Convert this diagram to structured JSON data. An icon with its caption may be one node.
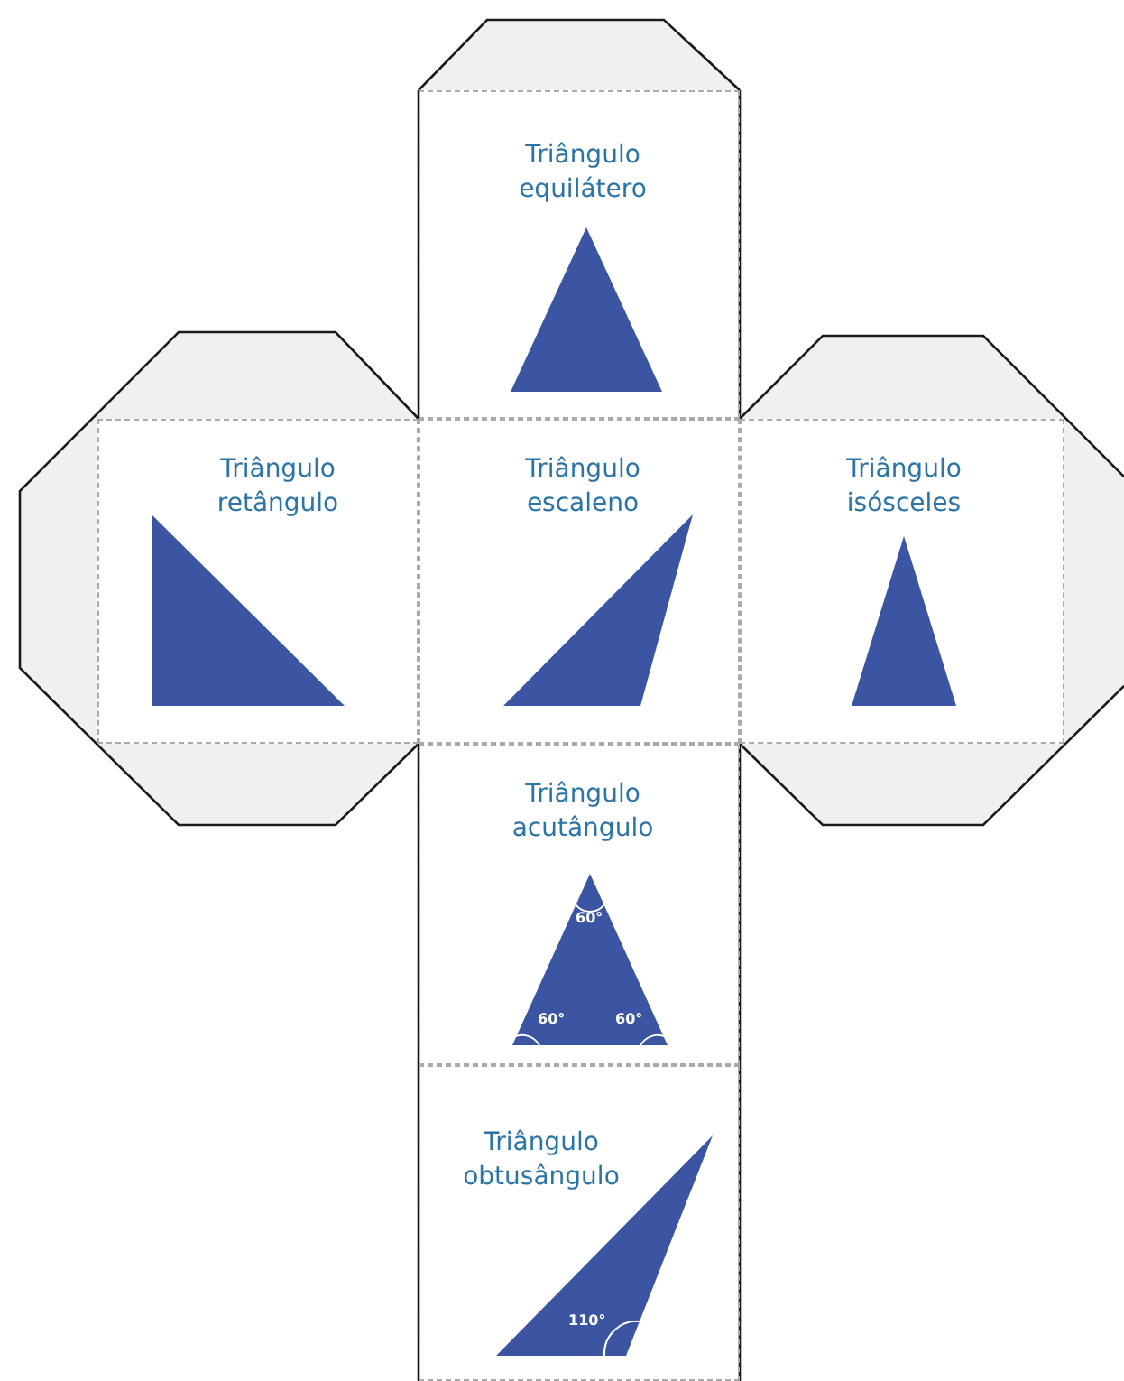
{
  "diagram": {
    "nodes": [
      {
        "text": [
          "Triângulo equilátero"
        ]
      },
      {
        "text": [
          "Triângulo retângulo"
        ]
      },
      {
        "text": [
          "Triângulo escaleno"
        ]
      },
      {
        "text": [
          "Triângulo isósceles"
        ]
      },
      {
        "text": [
          "Triângulo acutângulo"
        ]
      },
      {
        "text": [
          "Triângulo obtusângulo"
        ]
      }
    ],
    "labels": [
      "60°",
      "60°",
      "60°",
      "110°"
    ]
  }
}
